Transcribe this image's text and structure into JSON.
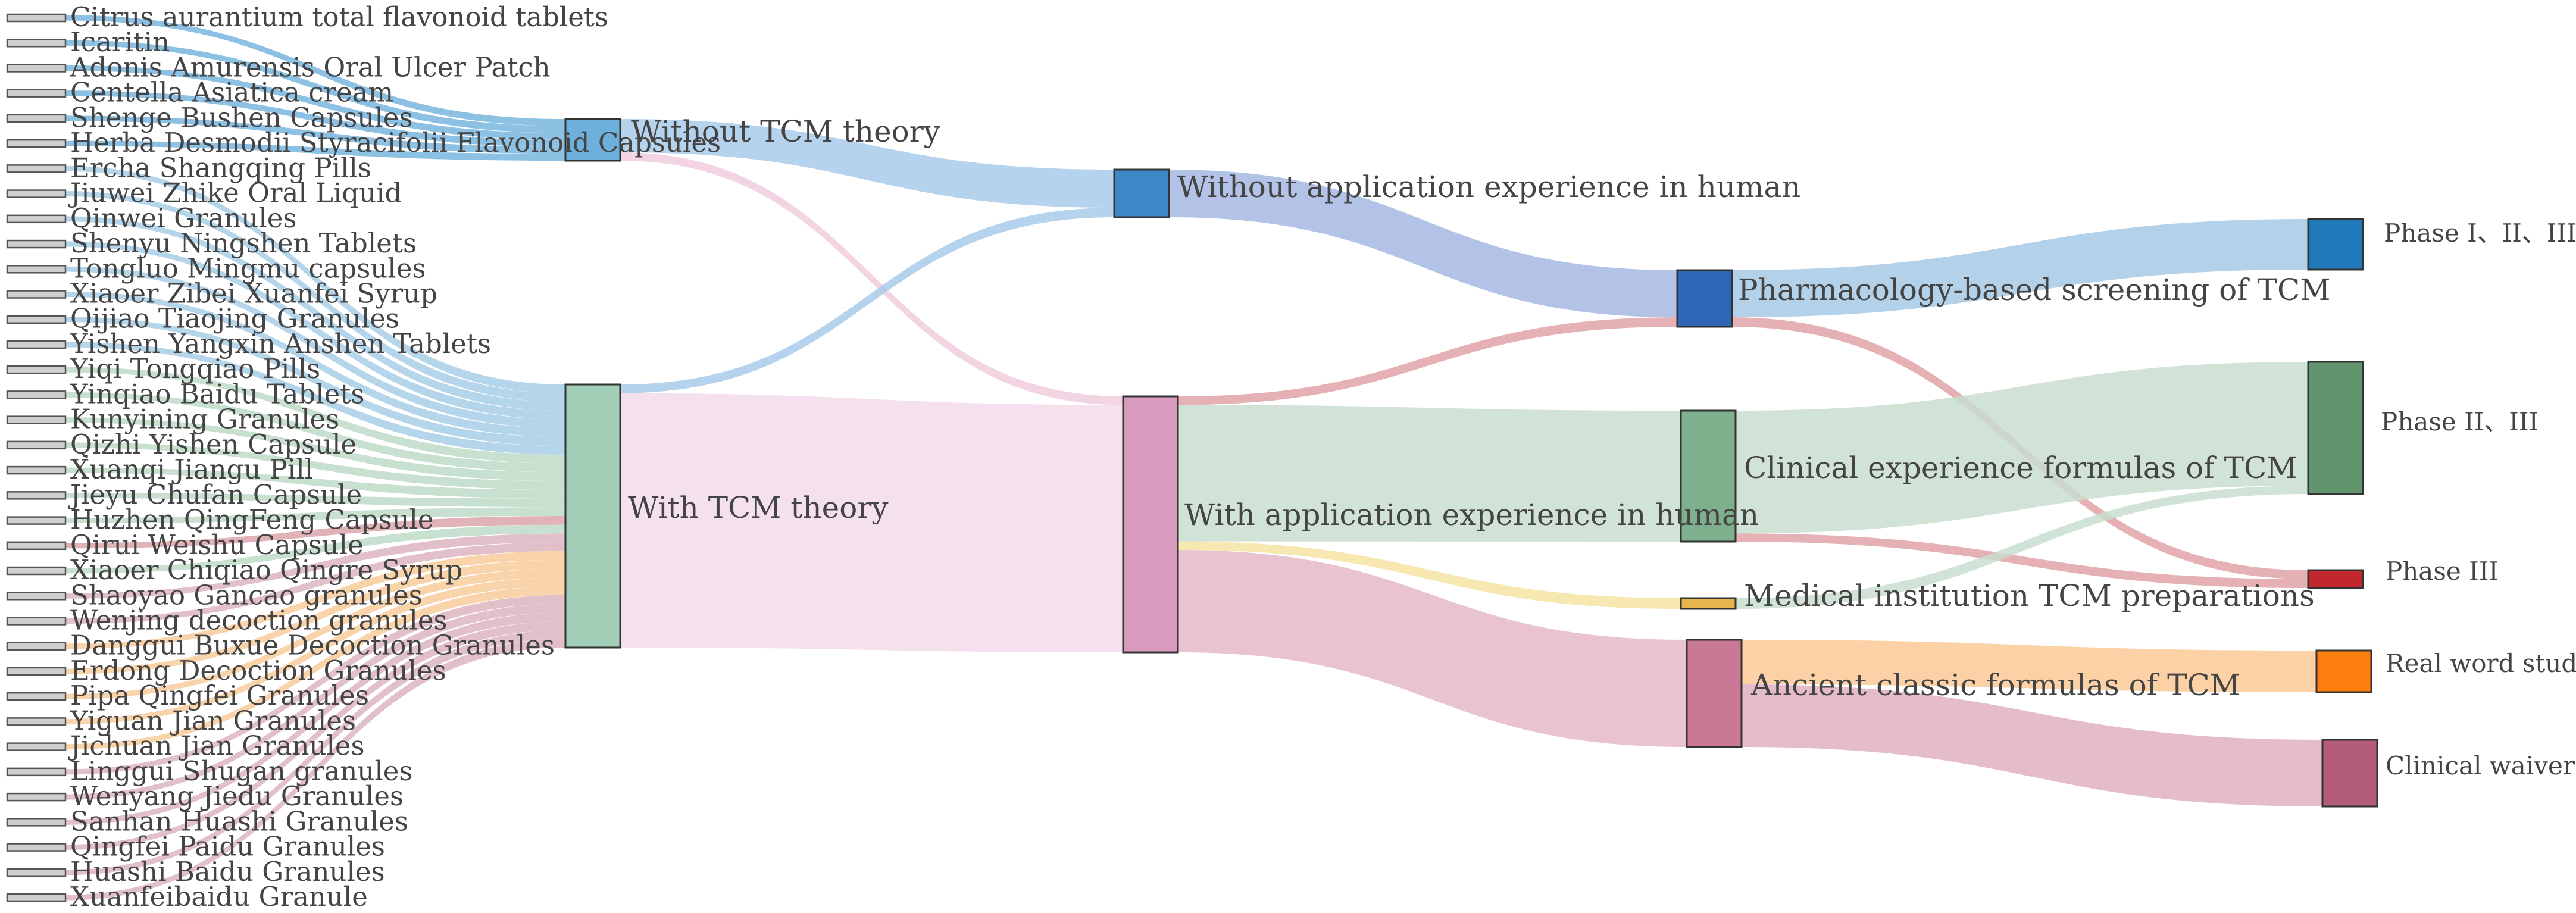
{
  "diagram": {
    "type": "sankey",
    "drugs": [
      {
        "id": "d1",
        "label": "Citrus aurantium total flavonoid tablets",
        "target": "n_without_tcm",
        "color": "#6fb1dd"
      },
      {
        "id": "d2",
        "label": "Icaritin",
        "target": "n_without_tcm",
        "color": "#6fb1dd"
      },
      {
        "id": "d3",
        "label": "Adonis Amurensis Oral Ulcer Patch",
        "target": "n_without_tcm",
        "color": "#6fb1dd"
      },
      {
        "id": "d4",
        "label": "Centella Asiatica cream",
        "target": "n_without_tcm",
        "color": "#6fb1dd"
      },
      {
        "id": "d5",
        "label": "Shenge Bushen Capsules",
        "target": "n_without_tcm",
        "color": "#6fb1dd"
      },
      {
        "id": "d6",
        "label": "Herba Desmodii Styracifolii Flavonoid Capsules",
        "target": "n_without_tcm",
        "color": "#6fb1dd"
      },
      {
        "id": "d7",
        "label": "Ercha Shangqing Pills",
        "target": "n_with_tcm",
        "color": "#a3cbe6"
      },
      {
        "id": "d8",
        "label": "Jiuwei Zhike Oral Liquid",
        "target": "n_with_tcm",
        "color": "#a3cbe6"
      },
      {
        "id": "d9",
        "label": "Qinwei Granules",
        "target": "n_with_tcm",
        "color": "#a3cbe6"
      },
      {
        "id": "d10",
        "label": "Shenyu Ningshen Tablets",
        "target": "n_with_tcm",
        "color": "#a3cbe6"
      },
      {
        "id": "d11",
        "label": "Tongluo Mingmu capsules",
        "target": "n_with_tcm",
        "color": "#a3cbe6"
      },
      {
        "id": "d12",
        "label": "Xiaoer Zibei Xuanfei Syrup",
        "target": "n_with_tcm",
        "color": "#a3cbe6"
      },
      {
        "id": "d13",
        "label": "Qijiao Tiaojing Granules",
        "target": "n_with_tcm",
        "color": "#a3cbe6"
      },
      {
        "id": "d14",
        "label": "Yishen Yangxin Anshen Tablets",
        "target": "n_with_tcm",
        "color": "#a3cbe6"
      },
      {
        "id": "d15",
        "label": "Yiqi Tongqiao Pills",
        "target": "n_with_tcm",
        "color": "#b9d8c4"
      },
      {
        "id": "d16",
        "label": "Yinqiao Baidu Tablets",
        "target": "n_with_tcm",
        "color": "#b9d8c4"
      },
      {
        "id": "d17",
        "label": "Kunyining Granules",
        "target": "n_with_tcm",
        "color": "#b9d8c4"
      },
      {
        "id": "d18",
        "label": "Qizhi Yishen Capsule",
        "target": "n_with_tcm",
        "color": "#b9d8c4"
      },
      {
        "id": "d19",
        "label": "Xuanqi Jiangu Pill",
        "target": "n_with_tcm",
        "color": "#b9d8c4"
      },
      {
        "id": "d20",
        "label": "Jieyu Chufan Capsule",
        "target": "n_with_tcm",
        "color": "#b9d8c4"
      },
      {
        "id": "d21",
        "label": "Huzhen QingFeng Capsule",
        "target": "n_with_tcm",
        "color": "#b9d8c4"
      },
      {
        "id": "d22",
        "label": "Qirui Weishu Capsule",
        "target": "n_with_tcm",
        "color": "#d9a0a6"
      },
      {
        "id": "d23",
        "label": "Xiaoer Chiqiao Qingre Syrup",
        "target": "n_with_tcm",
        "color": "#b9d8c4"
      },
      {
        "id": "d24",
        "label": "Shaoyao Gancao granules",
        "target": "n_with_tcm",
        "color": "#d9b0bd"
      },
      {
        "id": "d25",
        "label": "Wenjing decoction granules",
        "target": "n_with_tcm",
        "color": "#d9b0bd"
      },
      {
        "id": "d26",
        "label": "Danggui Buxue Decoction Granules",
        "target": "n_with_tcm",
        "color": "#f7c996"
      },
      {
        "id": "d27",
        "label": "Erdong Decoction Granules",
        "target": "n_with_tcm",
        "color": "#f7c996"
      },
      {
        "id": "d28",
        "label": "Pipa Qingfei Granules",
        "target": "n_with_tcm",
        "color": "#f7c996"
      },
      {
        "id": "d29",
        "label": "Yiguan Jian Granules",
        "target": "n_with_tcm",
        "color": "#f7c996"
      },
      {
        "id": "d30",
        "label": "Jichuan Jian Granules",
        "target": "n_with_tcm",
        "color": "#f7c996"
      },
      {
        "id": "d31",
        "label": "Linggui Shugan granules",
        "target": "n_with_tcm",
        "color": "#d9b0bd"
      },
      {
        "id": "d32",
        "label": "Wenyang Jiedu Granules",
        "target": "n_with_tcm",
        "color": "#d9b0bd"
      },
      {
        "id": "d33",
        "label": "Sanhan Huashi Granules",
        "target": "n_with_tcm",
        "color": "#d9b0bd"
      },
      {
        "id": "d34",
        "label": "Qingfei Paidu Granules",
        "target": "n_with_tcm",
        "color": "#d9b0bd"
      },
      {
        "id": "d35",
        "label": "Huashi Baidu Granules",
        "target": "n_with_tcm",
        "color": "#d9b0bd"
      },
      {
        "id": "d36",
        "label": "Xuanfeibaidu Granule",
        "target": "n_with_tcm",
        "color": "#d9b0bd"
      }
    ],
    "nodes": [
      {
        "id": "n_without_tcm",
        "label": "Without TCM theory",
        "color": "#6db0dc",
        "name": "node-without-tcm-theory"
      },
      {
        "id": "n_with_tcm",
        "label": "With TCM theory",
        "color": "#a2cdb6",
        "name": "node-with-tcm-theory"
      },
      {
        "id": "n_without_exp",
        "label": "Without application experience in human",
        "color": "#3d87c8",
        "name": "node-without-application-experience"
      },
      {
        "id": "n_with_exp",
        "label": "With application experience in human",
        "color": "#d99bbd",
        "name": "node-with-application-experience"
      },
      {
        "id": "n_pharm",
        "label": "Pharmacology-based screening of TCM",
        "color": "#2e66b5",
        "name": "node-pharmacology-screening"
      },
      {
        "id": "n_clinical",
        "label": "Clinical experience formulas of TCM",
        "color": "#7fb08e",
        "name": "node-clinical-experience-formulas"
      },
      {
        "id": "n_medinst",
        "label": "Medical institution TCM preparations",
        "color": "#e6b64d",
        "name": "node-medical-institution-preparations"
      },
      {
        "id": "n_ancient",
        "label": "Ancient classic formulas of TCM",
        "color": "#c97895",
        "name": "node-ancient-classic-formulas"
      },
      {
        "id": "n_p123",
        "label": "Phase I、II、III",
        "color": "#1f78b8",
        "name": "node-phase-1-2-3"
      },
      {
        "id": "n_p23",
        "label": "Phase II、III",
        "color": "#62936f",
        "name": "node-phase-2-3"
      },
      {
        "id": "n_p3",
        "label": "Phase III",
        "color": "#c1272d",
        "name": "node-phase-3"
      },
      {
        "id": "n_rws",
        "label": "Real word study",
        "color": "#ff7f0e",
        "name": "node-real-word-study"
      },
      {
        "id": "n_waiver",
        "label": "Clinical waiver",
        "color": "#b35c7a",
        "name": "node-clinical-waiver"
      }
    ],
    "links": [
      {
        "source": "n_without_tcm",
        "target": "n_without_exp",
        "value": 4,
        "color": "#a9cbea"
      },
      {
        "source": "n_without_tcm",
        "target": "n_with_exp",
        "value": 1,
        "color": "#f0ccdd"
      },
      {
        "source": "n_with_tcm",
        "target": "n_without_exp",
        "value": 1,
        "color": "#a9cbea"
      },
      {
        "source": "n_with_tcm",
        "target": "n_with_exp",
        "value": 29,
        "color": "#f3dcea"
      },
      {
        "source": "n_without_exp",
        "target": "n_pharm",
        "value": 5,
        "color": "#a5b8e3"
      },
      {
        "source": "n_with_exp",
        "target": "n_pharm",
        "value": 1,
        "color": "#e0a3a7"
      },
      {
        "source": "n_with_exp",
        "target": "n_clinical",
        "value": 16,
        "color": "#c9ddcf"
      },
      {
        "source": "n_with_exp",
        "target": "n_medinst",
        "value": 1,
        "color": "#f6e4a5"
      },
      {
        "source": "n_with_exp",
        "target": "n_ancient",
        "value": 12,
        "color": "#e5bac8"
      },
      {
        "source": "n_pharm",
        "target": "n_p123",
        "value": 5,
        "color": "#a7c9e6"
      },
      {
        "source": "n_pharm",
        "target": "n_p3",
        "value": 1,
        "color": "#e0a3a7"
      },
      {
        "source": "n_clinical",
        "target": "n_p23",
        "value": 15,
        "color": "#c9ddcf"
      },
      {
        "source": "n_clinical",
        "target": "n_p3",
        "value": 1,
        "color": "#e0a3a7"
      },
      {
        "source": "n_medinst",
        "target": "n_p23",
        "value": 1,
        "color": "#c9ddcf"
      },
      {
        "source": "n_ancient",
        "target": "n_rws",
        "value": 5,
        "color": "#fbc995"
      },
      {
        "source": "n_ancient",
        "target": "n_waiver",
        "value": 7,
        "color": "#e0b0c3"
      }
    ]
  }
}
